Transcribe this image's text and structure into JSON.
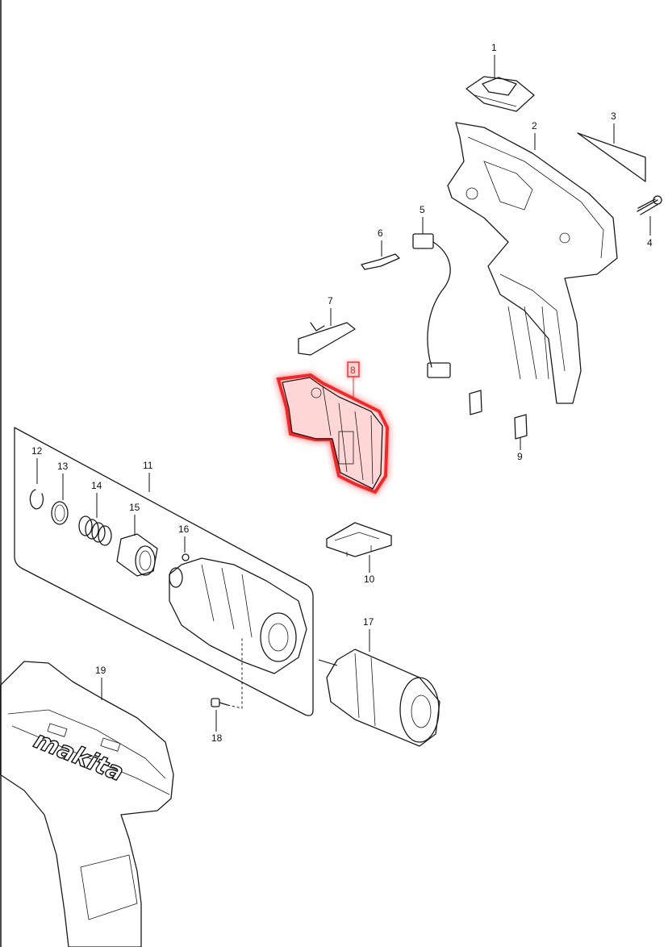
{
  "diagram": {
    "highlight_color": "#ff2020",
    "highlighted_part": "8",
    "brand_text": "makita",
    "callouts": [
      {
        "id": "p1",
        "label": "1"
      },
      {
        "id": "p2",
        "label": "2"
      },
      {
        "id": "p3",
        "label": "3"
      },
      {
        "id": "p4",
        "label": "4"
      },
      {
        "id": "p5",
        "label": "5"
      },
      {
        "id": "p6",
        "label": "6"
      },
      {
        "id": "p7",
        "label": "7"
      },
      {
        "id": "p8",
        "label": "8"
      },
      {
        "id": "p9",
        "label": "9"
      },
      {
        "id": "p10",
        "label": "10"
      },
      {
        "id": "p11",
        "label": "11"
      },
      {
        "id": "p12",
        "label": "12"
      },
      {
        "id": "p13",
        "label": "13"
      },
      {
        "id": "p14",
        "label": "14"
      },
      {
        "id": "p15",
        "label": "15"
      },
      {
        "id": "p16",
        "label": "16"
      },
      {
        "id": "p17",
        "label": "17"
      },
      {
        "id": "p18",
        "label": "18"
      },
      {
        "id": "p19",
        "label": "19"
      }
    ]
  }
}
